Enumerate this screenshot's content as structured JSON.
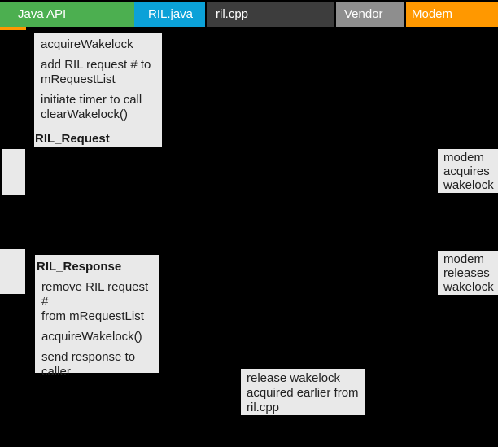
{
  "header": {
    "tabs": [
      {
        "name": "java-api",
        "label": "Java API",
        "color": "#4CAF50"
      },
      {
        "name": "ril-java",
        "label": "RIL.java",
        "color": "#0BA1D8"
      },
      {
        "name": "ril-cpp",
        "label": "ril.cpp",
        "color": "#3D3D3D"
      },
      {
        "name": "vendor",
        "label": "Vendor",
        "color": "#8E8E8E"
      },
      {
        "name": "modem",
        "label": "Modem",
        "color": "#FF9800"
      }
    ]
  },
  "colors": {
    "canvas_bg": "#000000",
    "note_bg": "#E9E9E9",
    "note_text": "#212121",
    "header_text": "#FFFFFF",
    "java_api_green": "#4CAF50",
    "ril_java_blue": "#0BA1D8",
    "ril_cpp_dark": "#3D3D3D",
    "vendor_gray": "#8E8E8E",
    "modem_orange": "#FF9800"
  },
  "notes": {
    "request": {
      "lines": [
        "acquireWakelock",
        "add RIL request # to\nmRequestList",
        "initiate timer to call\nclearWakelock()"
      ],
      "label": "RIL_Request"
    },
    "response": {
      "label": "RIL_Response",
      "lines": [
        "remove RIL request #\nfrom mRequestList",
        "acquireWakelock()",
        "send response to\ncaller"
      ]
    },
    "modem_acquires": {
      "text": "modem\nacquires\nwakelock"
    },
    "modem_releases": {
      "text": "modem\nreleases\nwakelock"
    },
    "release_wakelock": {
      "text": "release wakelock\nacquired earlier from\nril.cpp"
    }
  }
}
